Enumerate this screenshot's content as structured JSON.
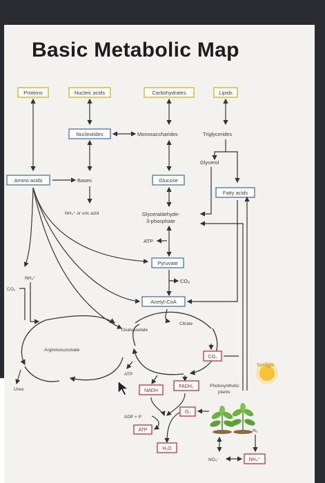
{
  "title": "Basic Metabolic Map",
  "labels": {
    "proteins": "Proteins",
    "nucleic_acids": "Nucleic acids",
    "carbohydrates": "Carbohydrates",
    "lipids": "Lipids",
    "nucleotides": "Nucleotides",
    "monosaccharides": "Monosaccharides",
    "triglycerides": "Triglycerides",
    "amino_acids": "Amino acids",
    "bases": "Bases",
    "glucose": "Glucose",
    "glycerol": "Glycerol",
    "fatty_acids": "Fatty acids",
    "nh4_uric": "NH₄⁺ or uric acid",
    "g3p_line1": "Glyceraldehyde-",
    "g3p_line2": "3-phosphate",
    "atp_top": "ATP",
    "pyruvate": "Pyruvate",
    "co2_pyruvate": "CO₂",
    "acetyl_coa": "Acetyl-CoA",
    "nh4_left": "NH₄⁺",
    "co2_left": "CO₂",
    "citrate": "Citrate",
    "oxaloacetate": "Oxaloacetate",
    "argininosuccinate": "Argininosuccinate",
    "co2_red": "CO₂",
    "atp_mid": "ATP",
    "urea": "Urea",
    "nadh": "NADH",
    "fadh2": "FADH₂",
    "photo_line1": "Photosynthetic",
    "photo_line2": "plants",
    "sunlight": "Sunlight",
    "adp_pi": "ADP + P",
    "o2": "O₂",
    "n2": "N₂",
    "atp_red": "ATP",
    "h2o": "H₂O",
    "no3": "NO₃⁻",
    "nh4_red": "NH₄⁺"
  },
  "colors": {
    "yellow_box": "#d9b93a",
    "blue_box": "#5b86b8",
    "red_box": "#d24b4b",
    "arrow": "#333333"
  }
}
